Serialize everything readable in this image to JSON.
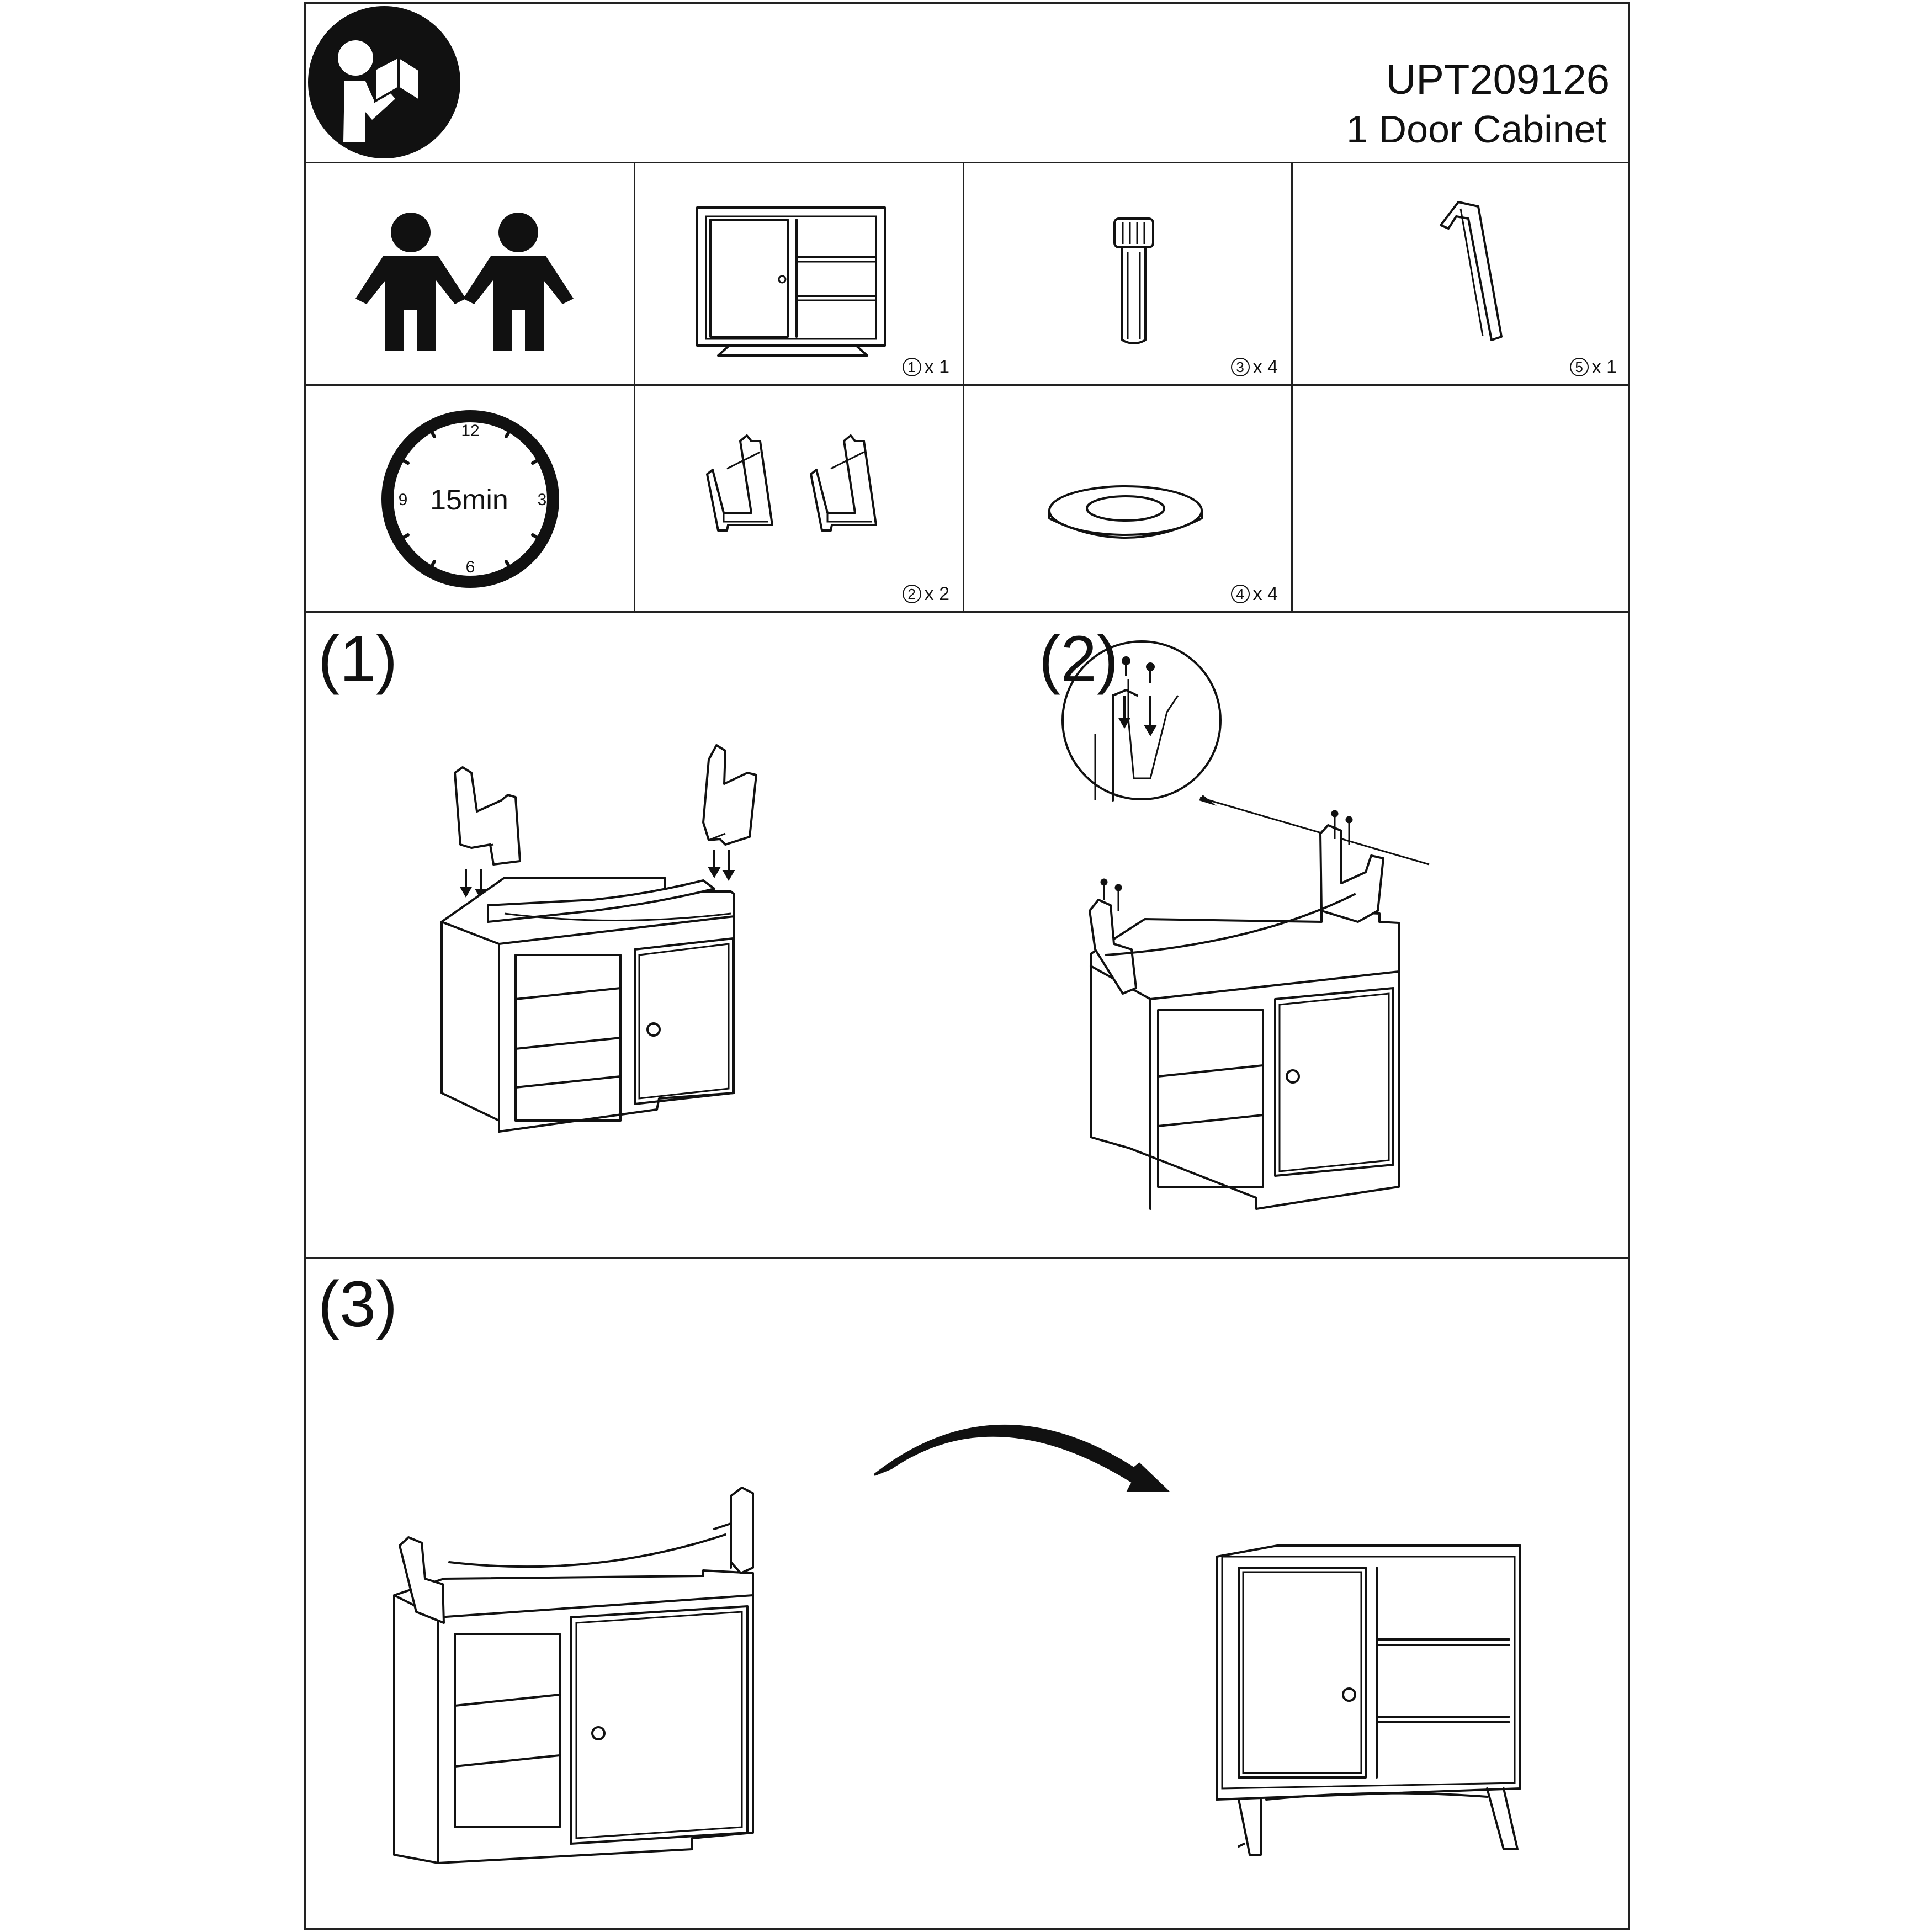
{
  "header": {
    "model_number": "UPT209126",
    "product_name": "1 Door Cabinet",
    "icon": "read-manual-icon"
  },
  "info": {
    "people_icon": "two-person-assembly-icon",
    "clock": {
      "label": "15min",
      "numbers": {
        "top": "12",
        "right": "3",
        "bottom": "6",
        "left": "9"
      }
    }
  },
  "parts": [
    {
      "number": "1",
      "quantity": "x 1",
      "icon": "cabinet-body-icon"
    },
    {
      "number": "2",
      "quantity": "x 2",
      "icon": "leg-frame-icon"
    },
    {
      "number": "3",
      "quantity": "x 4",
      "icon": "bolt-icon"
    },
    {
      "number": "4",
      "quantity": "x 4",
      "icon": "washer-icon"
    },
    {
      "number": "5",
      "quantity": "x 1",
      "icon": "allen-key-icon"
    }
  ],
  "steps": [
    {
      "label": "(1)"
    },
    {
      "label": "(2)"
    },
    {
      "label": "(3)"
    }
  ]
}
